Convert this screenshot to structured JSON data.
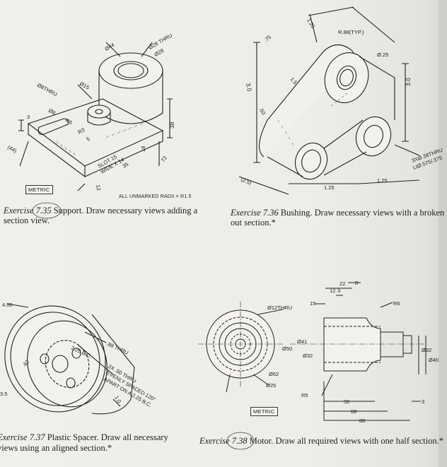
{
  "ex735": {
    "label": "Exercise 7.35",
    "text": " Support. Draw necessary views adding a",
    "text2": "section view.",
    "metric": "METRIC",
    "note": "ALL UNMARKED RADII = R1.5",
    "dims": {
      "d44": "Ø44",
      "d28thru": "Ø28 THRU",
      "d28b": "Ø28",
      "d8thru": "Ø8THRU",
      "d15": "Ø15",
      "d3": "3",
      "d8": "Ø8",
      "r6": "R6",
      "r3": "R3",
      "d5": "5",
      "d38": "38",
      "d44b": "(44)",
      "d18": "18",
      "d72": "72",
      "d12": "12",
      "d35": "35",
      "slot": "SLOT 15",
      "slotw": "WIDE X 14"
    }
  },
  "ex736": {
    "label": "Exercise 7.36",
    "text": " Bushing. Draw necessary views with a broken",
    "text2": "out section.*",
    "dims": {
      "d125a": "1.25",
      "r88": "R.88(TYP.)",
      "d25": "Ø.25",
      "d30a": "3.0",
      "d30b": "3.0",
      "d50": ".50",
      "d75": ".75",
      "d15": "1.5",
      "holes": "3XØ.38THRU",
      "cbore": "LIØ.575/.375",
      "d25b": "(2.5)",
      "d125b": "1.25",
      "d125c": "1.25"
    }
  },
  "ex737": {
    "label": "Exercise 7.37",
    "text": " Plastic Spacer. Draw all necessary",
    "text2": "views using an aligned section.*",
    "dims": {
      "d400": "4.00",
      "d225bc": "2.25 B.C.",
      "d88": ".88 THRU",
      "holes": "3X .50 THRU",
      "evenly": "EVENLY SPACED 120°",
      "apart": "APART ON A 2.25 B.C.",
      "d10": "1.0",
      "d35": "3.5",
      "d62": ".62"
    }
  },
  "ex738": {
    "label": "Exercise 7.38",
    "text": " Motor. Draw all required views with one half section.*",
    "metric": "METRIC",
    "dims": {
      "d22": "22",
      "d8": "8",
      "d12": "12",
      "d3": "3",
      "d15": "15",
      "d12thru": "Ø12THRU",
      "r6": "R6",
      "d41": "Ø41",
      "d50": "Ø50",
      "d32": "Ø32",
      "d62": "Ø62",
      "d25": "Ø25",
      "r5": "R5",
      "d32b": "Ø32",
      "d40": "Ø40",
      "d50b": "50",
      "d68": "68",
      "d88": "88",
      "d3b": "3"
    }
  }
}
